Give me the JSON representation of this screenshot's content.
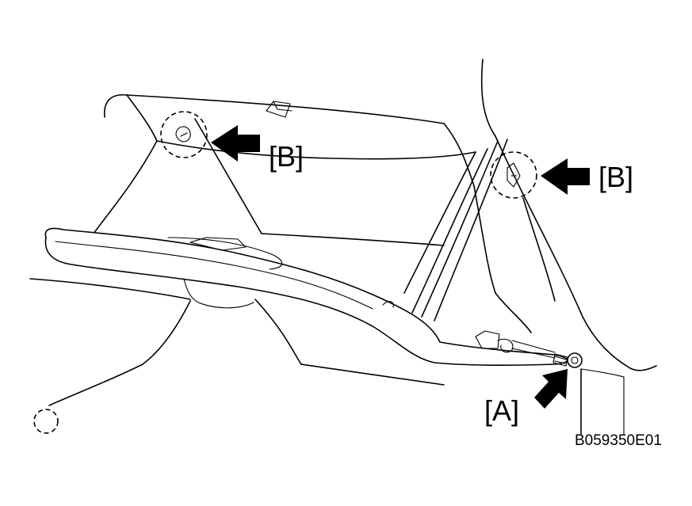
{
  "labels": {
    "clip_upper_left": "[B]",
    "clip_upper_right": "[B]",
    "screw": "[A]"
  },
  "figure_code": "B059350E01",
  "colors": {
    "ink": "#000000",
    "paper": "#ffffff"
  }
}
